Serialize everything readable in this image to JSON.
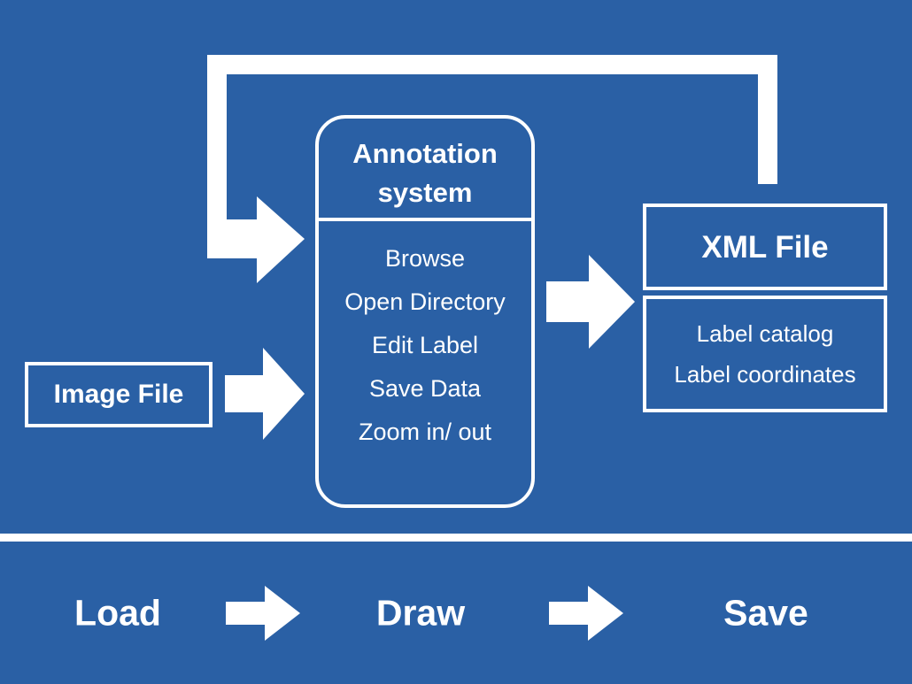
{
  "theme": {
    "background_color": "#2a60a5",
    "foreground_color": "#ffffff"
  },
  "diagram": {
    "image_file": {
      "label": "Image File"
    },
    "annotation_system": {
      "title_line1": "Annotation",
      "title_line2": "system",
      "features": [
        {
          "label": "Browse"
        },
        {
          "label": "Open Directory"
        },
        {
          "label": "Edit Label"
        },
        {
          "label": "Save Data"
        },
        {
          "label": "Zoom in/ out"
        }
      ]
    },
    "xml_file": {
      "title": "XML File",
      "contents": [
        {
          "label": "Label catalog"
        },
        {
          "label": "Label coordinates"
        }
      ]
    },
    "arrows": {
      "image_to_system": "arrow-right-icon",
      "system_to_xml": "arrow-right-icon",
      "feedback_loop": "loop-arrow-icon"
    }
  },
  "workflow": {
    "steps": [
      {
        "label": "Load"
      },
      {
        "label": "Draw"
      },
      {
        "label": "Save"
      }
    ],
    "arrow_icon": "arrow-right-icon"
  }
}
